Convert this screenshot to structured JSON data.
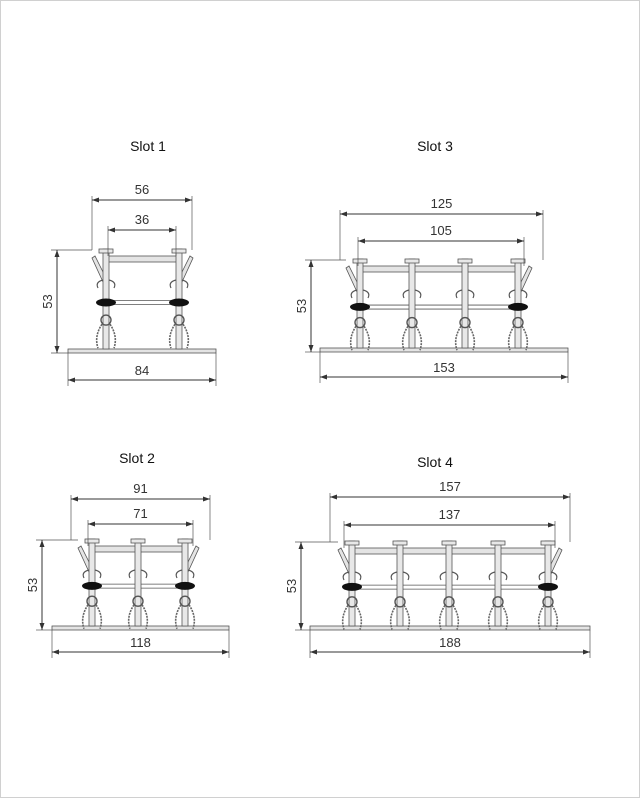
{
  "slots": [
    {
      "title": "Slot 1",
      "channels": 1,
      "outer_width": "56",
      "inner_width": "36",
      "height": "53",
      "base_width": "84"
    },
    {
      "title": "Slot 2",
      "channels": 2,
      "outer_width": "91",
      "inner_width": "71",
      "height": "53",
      "base_width": "118"
    },
    {
      "title": "Slot 3",
      "channels": 3,
      "outer_width": "125",
      "inner_width": "105",
      "height": "53",
      "base_width": "153"
    },
    {
      "title": "Slot 4",
      "channels": 4,
      "outer_width": "157",
      "inner_width": "137",
      "height": "53",
      "base_width": "188"
    }
  ]
}
